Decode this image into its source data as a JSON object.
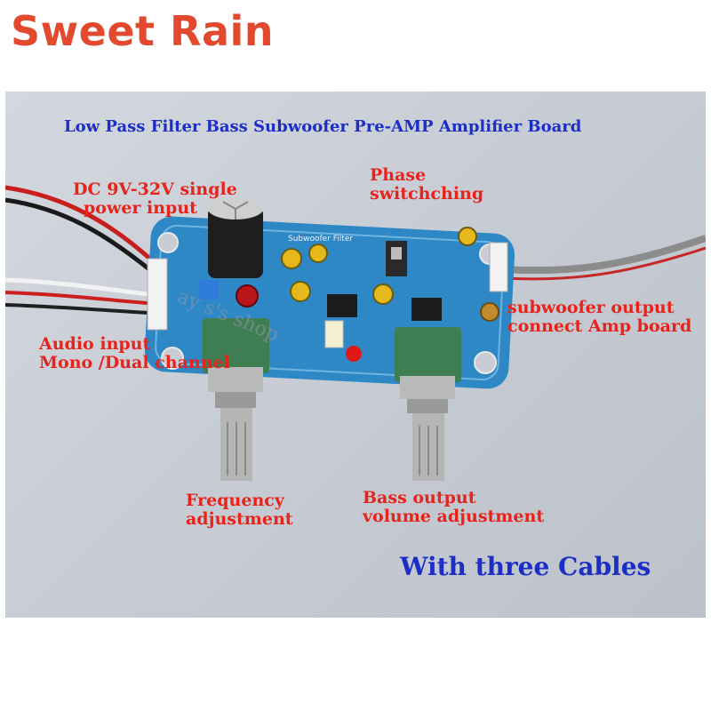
{
  "brand": "Sweet Rain",
  "photo": {
    "title": "Low Pass Filter Bass Subwoofer Pre-AMP Amplifier Board",
    "board_silk": "Subwoofer Filter",
    "labels": {
      "power": [
        "DC 9V-32V single",
        "power input"
      ],
      "phase": [
        "Phase",
        "switchching"
      ],
      "audio_in": [
        "Audio input",
        "Mono /Dual channel"
      ],
      "sub_out": [
        "subwoofer output",
        "connect Amp board"
      ],
      "frequency": [
        "Frequency",
        "adjustment"
      ],
      "bass": [
        "Bass output",
        "volume adjustment"
      ]
    },
    "cables": "With three Cables",
    "watermark": "ay s's shop"
  },
  "colors": {
    "brand": "#e2492f",
    "label_red": "#e8231b",
    "label_blue": "#1c2ec6",
    "pcb": "#2f88c6"
  }
}
